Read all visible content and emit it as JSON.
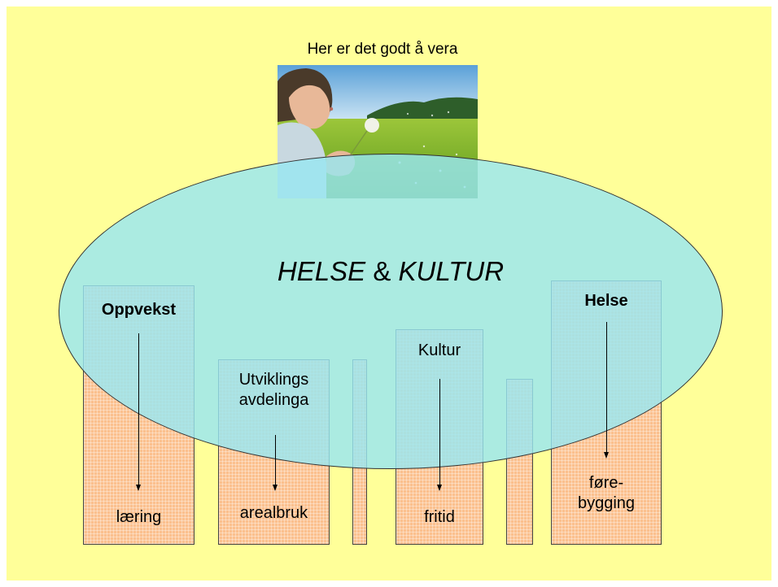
{
  "caption": "Her er det godt å vera",
  "center_title": {
    "part1": "HELSE",
    "amp": "&",
    "part2": "KULTUR"
  },
  "photo": {
    "icon": "child-blowing-dandelion-photo"
  },
  "columns": [
    {
      "top_label": "Oppvekst",
      "bottom_label": "læring"
    },
    {
      "top_label_line1": "Utviklings",
      "top_label_line2": "avdelinga",
      "bottom_label": "arealbruk"
    },
    {
      "top_label": "Kultur",
      "bottom_label": "fritid"
    },
    {
      "top_label": "Helse",
      "bottom_label_line1": "føre-",
      "bottom_label_line2": "bygging"
    }
  ],
  "colors": {
    "background": "#ffff99",
    "ellipse": "#99e6f0",
    "column": "#fbc08e"
  }
}
